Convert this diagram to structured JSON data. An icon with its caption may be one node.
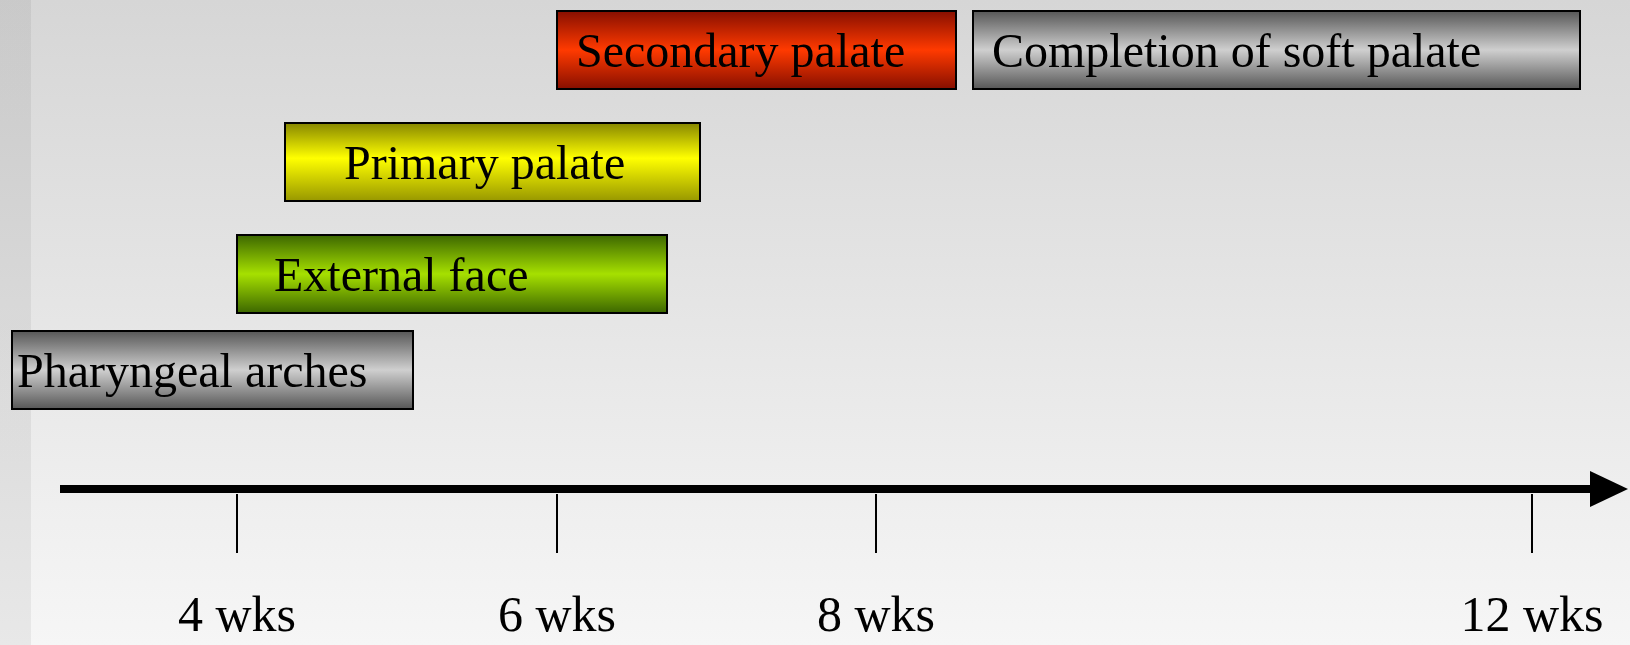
{
  "diagram": {
    "nodes": [
      {
        "text": [
          "Secondary palate"
        ]
      },
      {
        "text": [
          "Completion of soft palate"
        ]
      },
      {
        "text": [
          "Primary palate"
        ]
      },
      {
        "text": [
          "External face"
        ]
      },
      {
        "text": [
          "Pharyngeal arches"
        ]
      }
    ],
    "labels": [
      "4 wks",
      "6 wks",
      "8 wks",
      "12 wks"
    ]
  }
}
